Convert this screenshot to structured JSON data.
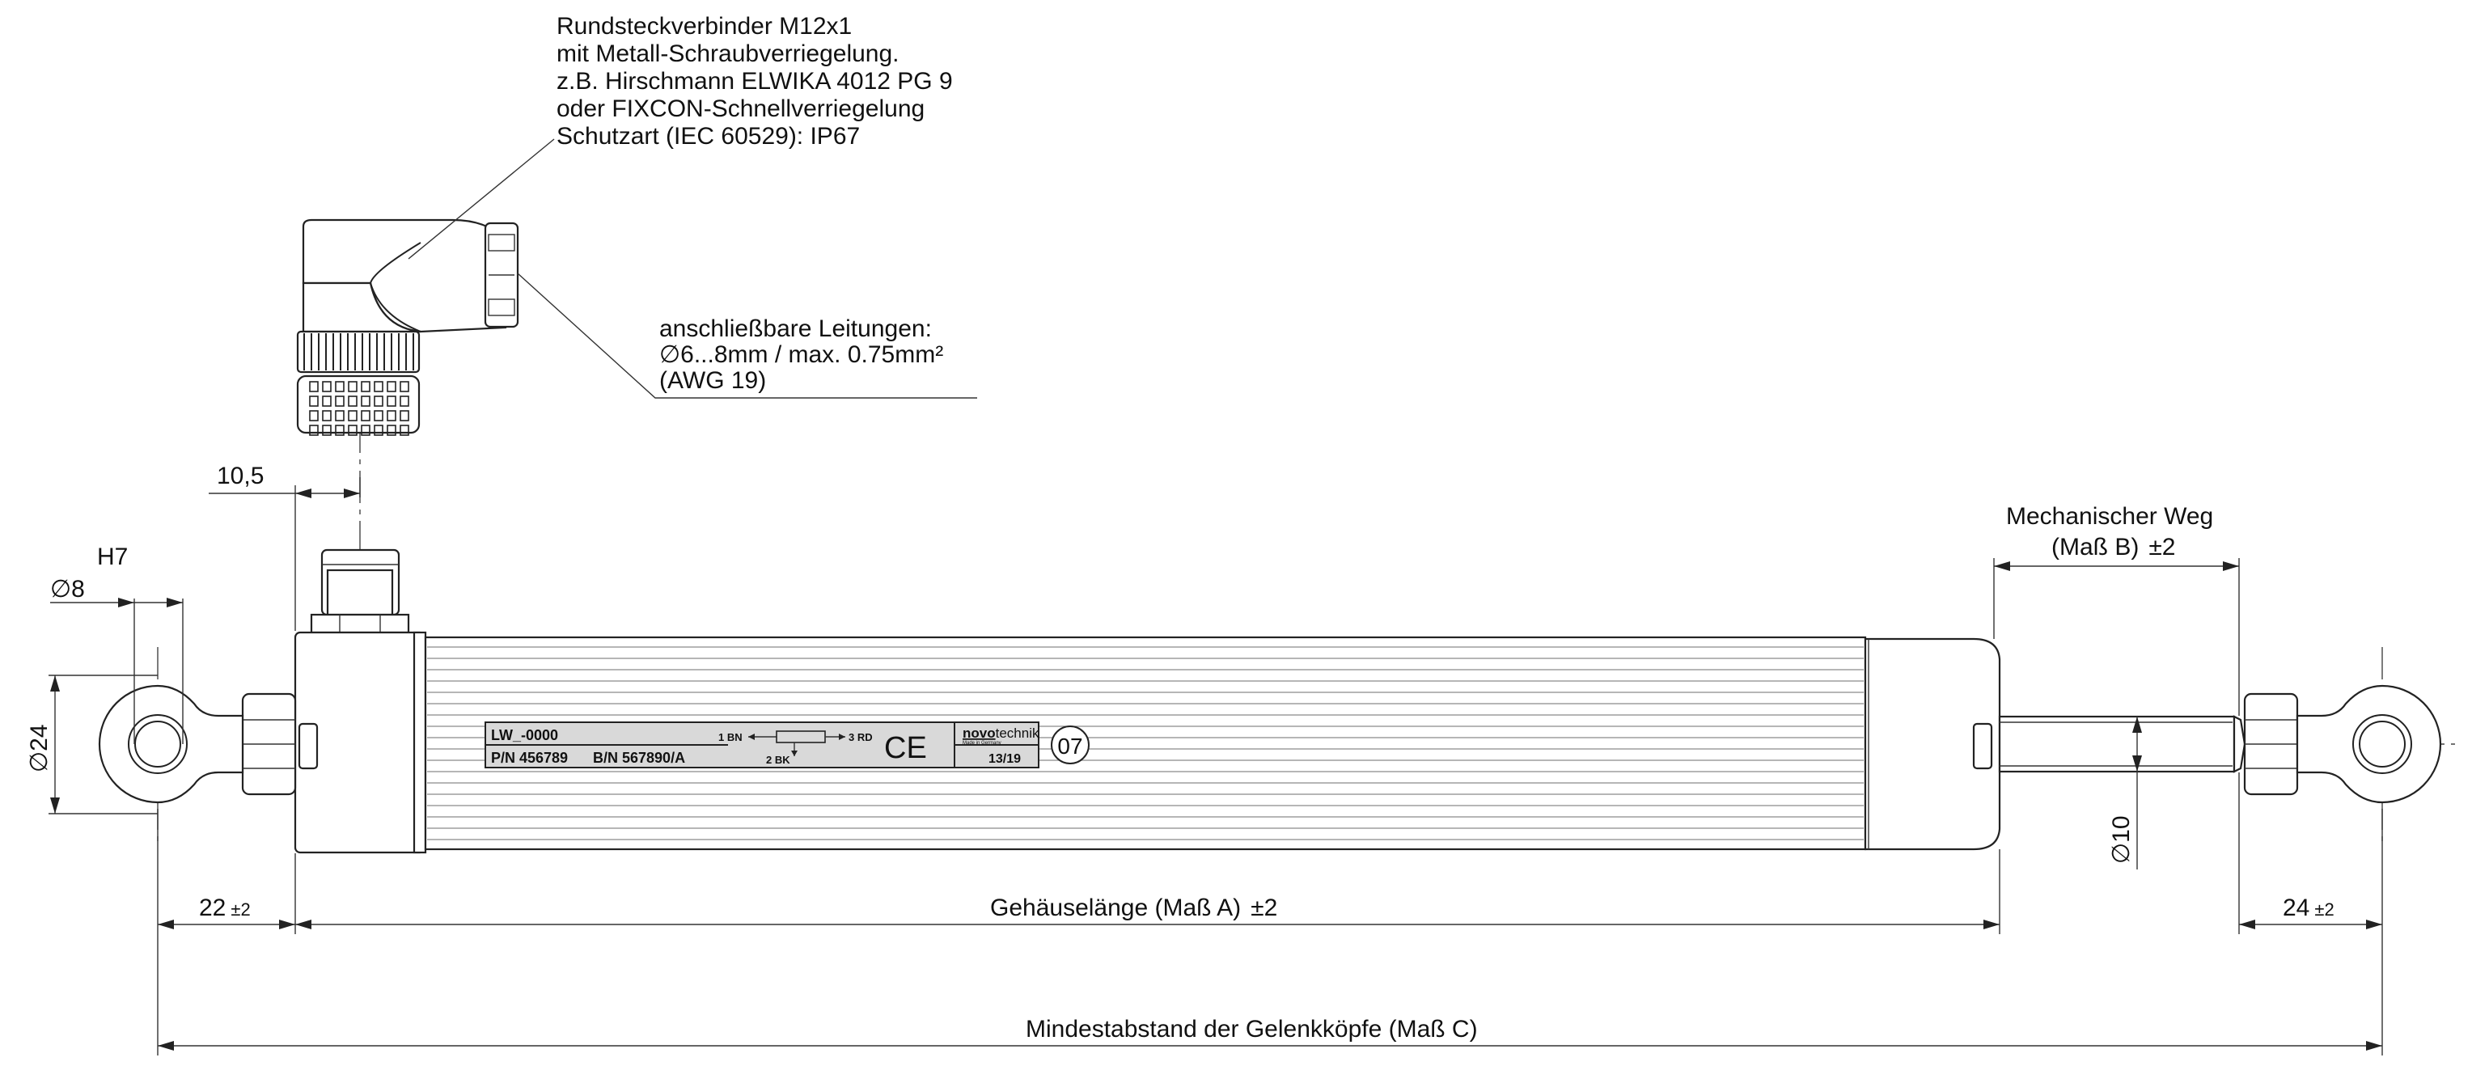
{
  "connector_note": {
    "lines": [
      "Rundsteckverbinder M12x1",
      "mit Metall-Schraubverriegelung.",
      "z.B. Hirschmann ELWIKA 4012 PG 9",
      "oder FIXCON-Schnellverriegelung",
      "Schutzart (IEC 60529): IP67"
    ]
  },
  "cable_note": {
    "lines": [
      "anschließbare Leitungen:",
      "∅6...8mm / max. 0.75mm²",
      "(AWG 19)"
    ]
  },
  "dimensions": {
    "connector_offset": "10,5",
    "bore_tolerance": "H7",
    "bore_diameter": "∅8",
    "eye_diameter": "∅24",
    "left_eye_offset": "22",
    "left_eye_offset_tol": "±2",
    "housing_length": "Gehäuselänge (Maß A)",
    "housing_length_tol": "±2",
    "right_eye_offset": "24",
    "right_eye_offset_tol": "±2",
    "mech_travel_title": "Mechanischer Weg",
    "mech_travel": "(Maß B)",
    "mech_travel_tol": "±2",
    "rod_diameter": "∅10",
    "min_distance": "Mindestabstand der Gelenkköpfe (Maß C)"
  },
  "label_plate": {
    "model": "LW_-0000",
    "part_number": "P/N 456789",
    "batch_number": "B/N 567890/A",
    "pin1": "1 BN",
    "pin2": "2 BK",
    "pin3": "3 RD",
    "ce_mark": "CE",
    "brand_bold": "novo",
    "brand_regular": "technik",
    "brand_sub": "Made in Germany",
    "date_code": "13/19"
  },
  "pin_badge": "07"
}
